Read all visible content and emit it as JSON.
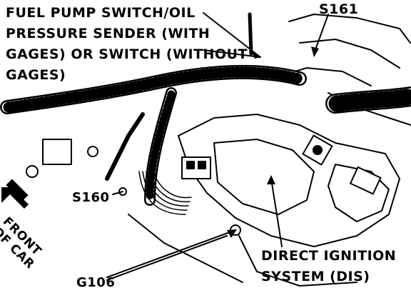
{
  "labels": {
    "fuel_pump": "FUEL PUMP SWITCH/OIL\nPRESSURE SENDER (WITH\nGAGES) OR SWITCH (WITHOUT\nGAGES)",
    "s161": "S161",
    "s160": "S160",
    "dis": "DIRECT IGNITION\nSYSTEM (DIS)",
    "g106": "G106",
    "front_of_car": "FRONT\nOF CAR"
  }
}
